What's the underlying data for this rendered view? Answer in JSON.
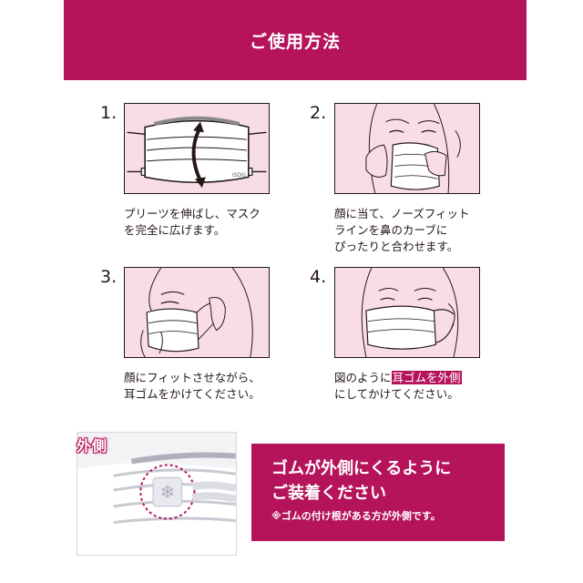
{
  "header": {
    "title": "ご使用方法"
  },
  "steps": [
    {
      "number": "1.",
      "lines": [
        "プリーツを伸ばし、マスク",
        "を完全に広げます。"
      ]
    },
    {
      "number": "2.",
      "lines": [
        "顔に当て、ノーズフィット",
        "ラインを鼻のカーブに",
        "ぴったりと合わせます。"
      ]
    },
    {
      "number": "3.",
      "lines": [
        "顔にフィットさせながら、",
        "耳ゴムをかけてください。"
      ]
    },
    {
      "number": "4.",
      "line1_prefix": "図のように",
      "line1_highlight": "耳ゴムを外側",
      "line2": "にしてかけてください。"
    }
  ],
  "mask_label": "ISDG",
  "bottom": {
    "outside_label": "外側",
    "main_line1": "ゴムが外側にくるように",
    "main_line2": "ご装着ください",
    "note": "※ゴムの付け根がある方が外側です。"
  },
  "colors": {
    "brand": "#b5135a",
    "panel_bg": "#f8dde7",
    "ink": "#231815"
  }
}
